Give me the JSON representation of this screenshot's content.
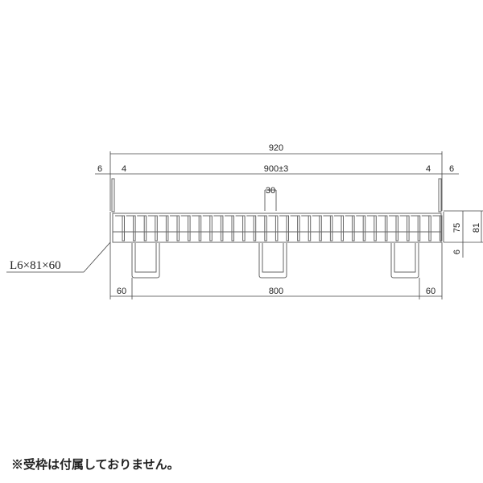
{
  "dimensions": {
    "overall_width": "920",
    "side_left": "6",
    "inner_left": "4",
    "inner_width": "900±3",
    "inner_right": "4",
    "side_right": "6",
    "bar_pitch": "30",
    "height_inner": "75",
    "height_total": "81",
    "bottom_offset": "6",
    "leg_left": "60",
    "leg_span": "800",
    "leg_right": "60"
  },
  "frame_label": "L6×81×60",
  "note": "※受枠は付属しておりません。"
}
